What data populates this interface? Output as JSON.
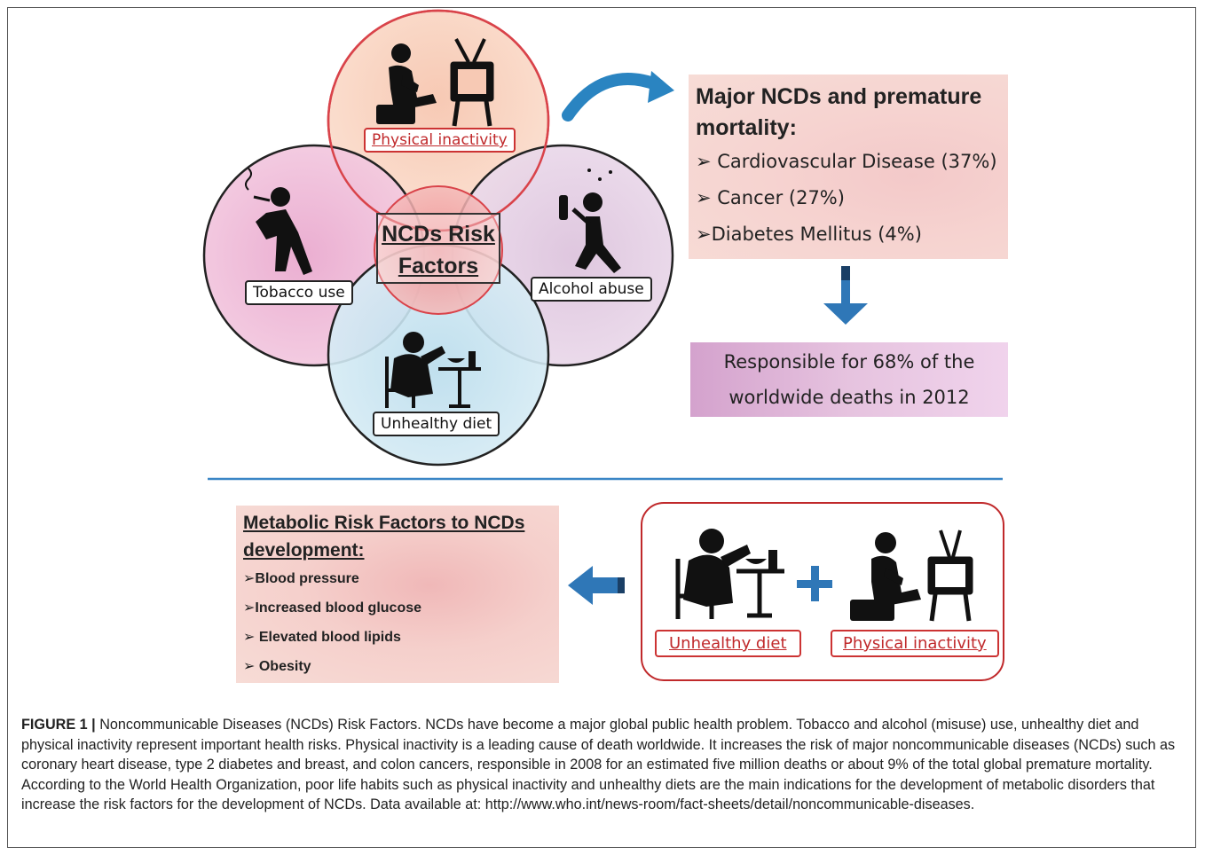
{
  "center_label": [
    "NCDs Risk",
    "Factors"
  ],
  "risk_factors": {
    "physical_inactivity": "Physical inactivity",
    "tobacco": "Tobacco use",
    "alcohol": "Alcohol abuse",
    "diet": "Unhealthy diet"
  },
  "ncd_box": {
    "title": [
      "Major NCDs and premature",
      "mortality:"
    ],
    "items": [
      "➢ Cardiovascular Disease (37%)",
      "➢ Cancer (27%)",
      "➢Diabetes Mellitus (4%)"
    ]
  },
  "responsible_box": [
    "Responsible for 68% of the",
    "worldwide deaths in 2012"
  ],
  "metabolic_box": {
    "title": [
      "Metabolic Risk Factors to NCDs",
      "development:"
    ],
    "items": [
      "➢Blood pressure",
      "➢Increased blood glucose",
      "➢ Elevated blood lipids",
      "➢ Obesity"
    ]
  },
  "combination": {
    "diet_label": "Unhealthy diet",
    "inactivity_label": "Physical inactivity",
    "plus": "+"
  },
  "caption": {
    "label": "FIGURE 1 |",
    "text": "Noncommunicable Diseases (NCDs) Risk Factors. NCDs have become a major global public health problem. Tobacco and alcohol (misuse) use, unhealthy diet and physical inactivity represent important health risks. Physical inactivity is a leading cause of death worldwide. It increases the risk of major noncommunicable diseases (NCDs) such as coronary heart disease, type 2 diabetes and breast, and colon cancers, responsible in 2008 for an estimated five million deaths or about 9% of the total global premature mortality. According to the World Health Organization, poor life habits such as physical inactivity and unhealthy diets are the main indications for the development of metabolic disorders that increase the risk factors for the development of NCDs. Data available at: http://www.who.int/news-room/fact-sheets/detail/noncommunicable-diseases."
  },
  "colors": {
    "accent_red": "#c0292b",
    "arrow_blue": "#2f77b7",
    "divider_blue": "#3b86c6"
  }
}
